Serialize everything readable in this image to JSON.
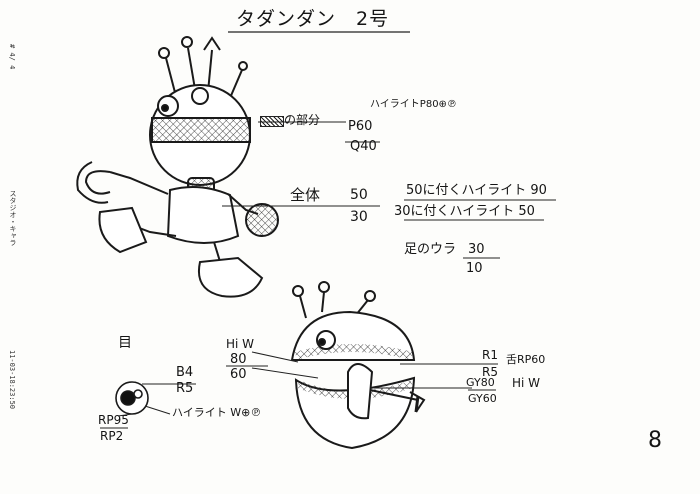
{
  "sheet": {
    "title": "タダンダン　2号",
    "margin_code_top": "# 4/ 4",
    "margin_label": "スタジオ・キャラ",
    "margin_timestamp": "11-03-18:23:50",
    "page_number": "8"
  },
  "front_view": {
    "mesh_note": "の部分",
    "mesh_p": "P60",
    "mesh_q": "Q40",
    "highlight_note": "ハイライトP80⊕℗",
    "whole_label": "全体",
    "whole_top": "50",
    "whole_bottom": "30",
    "highlight_50": "50に付くハイライト 90",
    "highlight_30": "30に付くハイライト 50",
    "sole_label": "足のウラ",
    "sole_top": "30",
    "sole_bottom": "10"
  },
  "eye_view": {
    "heading": "目",
    "top": "B4",
    "bottom": "R5",
    "rp95": "RP95",
    "rp2": "RP2",
    "highlight": "ハイライト W⊕℗"
  },
  "mouth_view": {
    "hi_w": "Hi W",
    "top": "80",
    "bottom": "60",
    "r1": "R1",
    "r5": "R5",
    "rp60": "舌RP60",
    "gy80": "GY80",
    "gy60": "GY60",
    "hi_w_right": "Hi W"
  },
  "colors": {
    "ink": "#151515",
    "paper": "#fdfdfb"
  }
}
